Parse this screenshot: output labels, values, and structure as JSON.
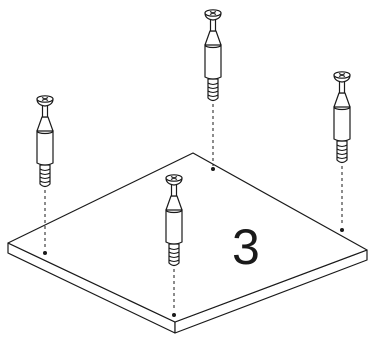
{
  "diagram": {
    "step_number": "3",
    "part_count": 4,
    "parts": {
      "panel": "panel",
      "pin": "cam-dowel-pin"
    },
    "ink_color": "#1a1a1a",
    "background_color": "#ffffff"
  }
}
